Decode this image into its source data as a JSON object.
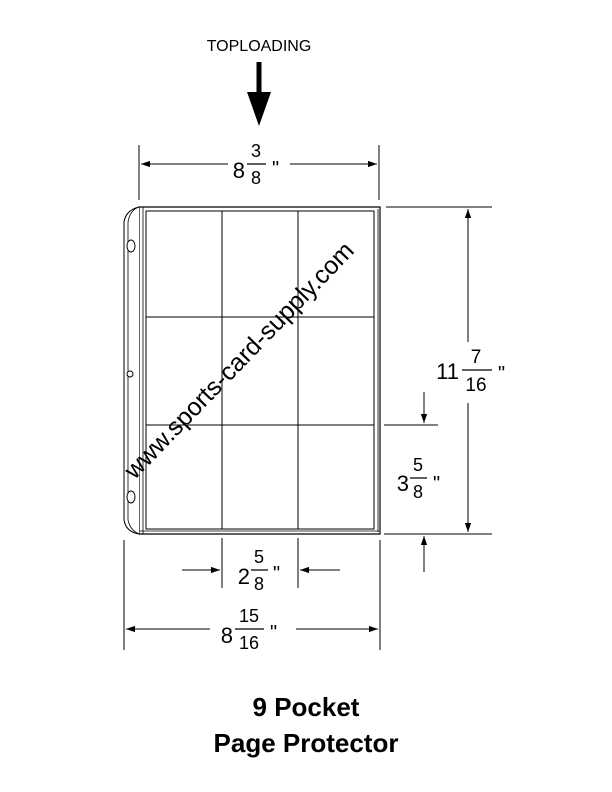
{
  "header": {
    "label": "TOPLOADING"
  },
  "dimensions": {
    "top_width": {
      "whole": "8",
      "num": "3",
      "den": "8",
      "unit": "\""
    },
    "height": {
      "whole": "11",
      "num": "7",
      "den": "16",
      "unit": "\""
    },
    "pocket_height": {
      "whole": "3",
      "num": "5",
      "den": "8",
      "unit": "\""
    },
    "pocket_width": {
      "whole": "2",
      "num": "5",
      "den": "8",
      "unit": "\""
    },
    "total_width": {
      "whole": "8",
      "num": "15",
      "den": "16",
      "unit": "\""
    }
  },
  "watermark": "www.sports-card-supply.com",
  "title": {
    "line1": "9 Pocket",
    "line2": "Page Protector"
  }
}
